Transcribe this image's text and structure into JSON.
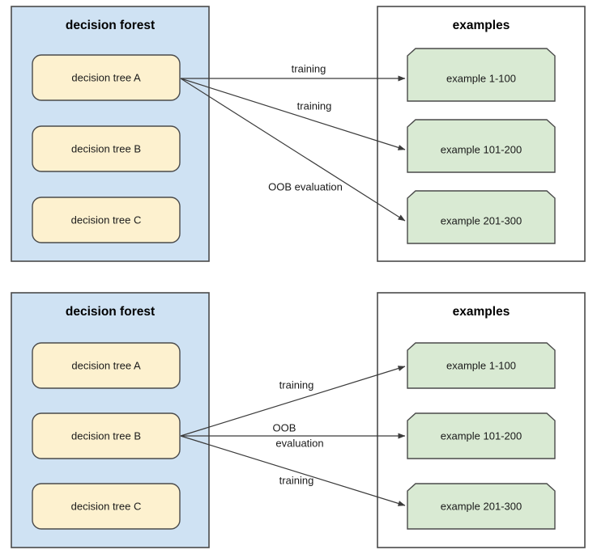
{
  "diagrams": [
    {
      "id": "top",
      "forest_panel": {
        "title": "decision forest",
        "trees": [
          {
            "label": "decision tree A"
          },
          {
            "label": "decision tree B"
          },
          {
            "label": "decision tree C"
          }
        ]
      },
      "examples_panel": {
        "title": "examples",
        "examples": [
          {
            "label": "example 1-100"
          },
          {
            "label": "example 101-200"
          },
          {
            "label": "example 201-300"
          }
        ]
      },
      "edges": [
        {
          "from": "decision tree A",
          "to": "example 1-100",
          "label": "training",
          "label_line_1": "training",
          "label_line_2": ""
        },
        {
          "from": "decision tree A",
          "to": "example 101-200",
          "label": "training",
          "label_line_1": "training",
          "label_line_2": ""
        },
        {
          "from": "decision tree A",
          "to": "example 201-300",
          "label": "OOB evaluation",
          "label_line_1": "OOB evaluation",
          "label_line_2": ""
        }
      ]
    },
    {
      "id": "bottom",
      "forest_panel": {
        "title": "decision forest",
        "trees": [
          {
            "label": "decision tree A"
          },
          {
            "label": "decision tree B"
          },
          {
            "label": "decision tree C"
          }
        ]
      },
      "examples_panel": {
        "title": "examples",
        "examples": [
          {
            "label": "example 1-100"
          },
          {
            "label": "example 101-200"
          },
          {
            "label": "example 201-300"
          }
        ]
      },
      "edges": [
        {
          "from": "decision tree B",
          "to": "example 1-100",
          "label": "training",
          "label_line_1": "training",
          "label_line_2": ""
        },
        {
          "from": "decision tree B",
          "to": "example 101-200",
          "label": "OOB evaluation",
          "label_line_1": "OOB",
          "label_line_2": "evaluation"
        },
        {
          "from": "decision tree B",
          "to": "example 201-300",
          "label": "training",
          "label_line_1": "training",
          "label_line_2": ""
        }
      ]
    }
  ],
  "colors": {
    "forest_panel_fill": "#cfe2f3",
    "examples_panel_fill": "#ffffff",
    "tree_box_fill": "#fdf1cf",
    "example_box_fill": "#d9ead3",
    "border": "#4a4a4a",
    "edge": "#3b3b3b",
    "text": "#1a1a1a",
    "background": "#ffffff"
  }
}
